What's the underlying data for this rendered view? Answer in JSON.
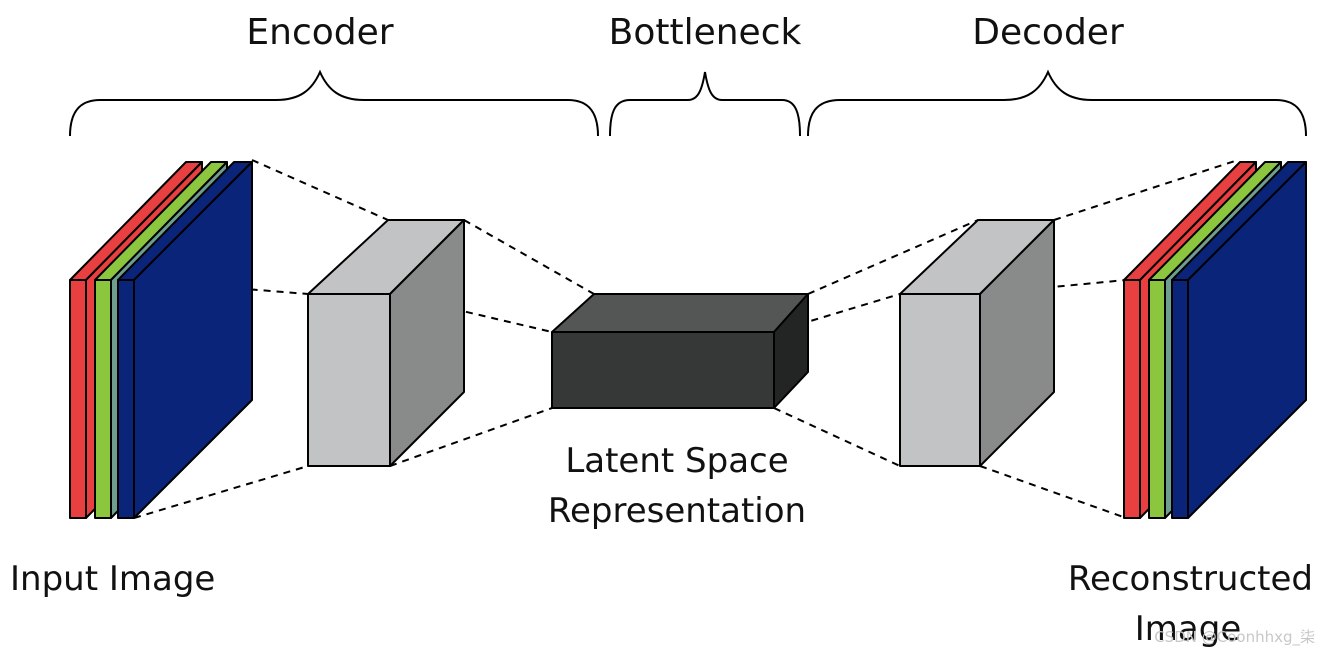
{
  "titles": {
    "encoder": "Encoder",
    "bottleneck": "Bottleneck",
    "decoder": "Decoder"
  },
  "labels": {
    "input": "Input Image",
    "latent_line1": "Latent Space",
    "latent_line2": "Representation",
    "output_line1": "Reconstructed",
    "output_line2": "Image"
  },
  "watermark": "CSDN @Coonhhxg_柒",
  "colors": {
    "red": "#e84040",
    "green": "#8cc63f",
    "teal": "#6f9e8e",
    "blue": "#0a247a",
    "light_front": "#c1c3c4",
    "light_side": "#898a8a",
    "dark_front": "#363737",
    "dark_top": "#545655",
    "dark_side": "#232424"
  }
}
